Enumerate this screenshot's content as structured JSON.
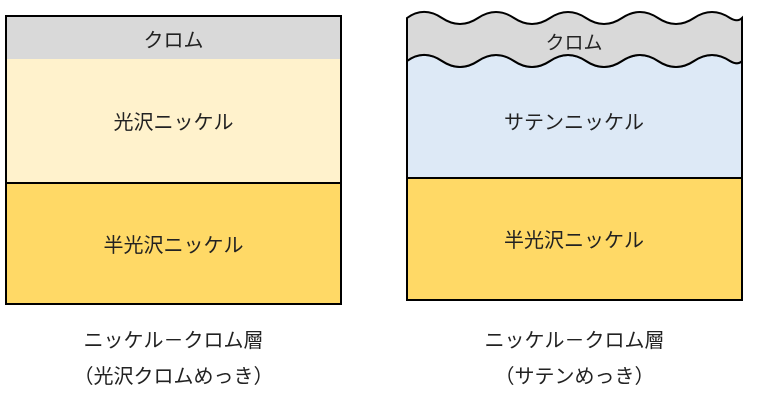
{
  "colors": {
    "chrome": "#d9d9d9",
    "bright_nickel": "#fff2cc",
    "satin_nickel": "#dde9f6",
    "semi_bright_nickel": "#ffd966",
    "outline": "#000000"
  },
  "left_diagram": {
    "chrome_label": "クロム",
    "middle_label": "光沢ニッケル",
    "bottom_label": "半光沢ニッケル",
    "caption_line1": "ニッケル－クロム層",
    "caption_line2": "（光沢クロムめっき）"
  },
  "right_diagram": {
    "chrome_label": "クロム",
    "middle_label": "サテンニッケル",
    "bottom_label": "半光沢ニッケル",
    "caption_line1": "ニッケル－クロム層",
    "caption_line2": "（サテンめっき）"
  }
}
